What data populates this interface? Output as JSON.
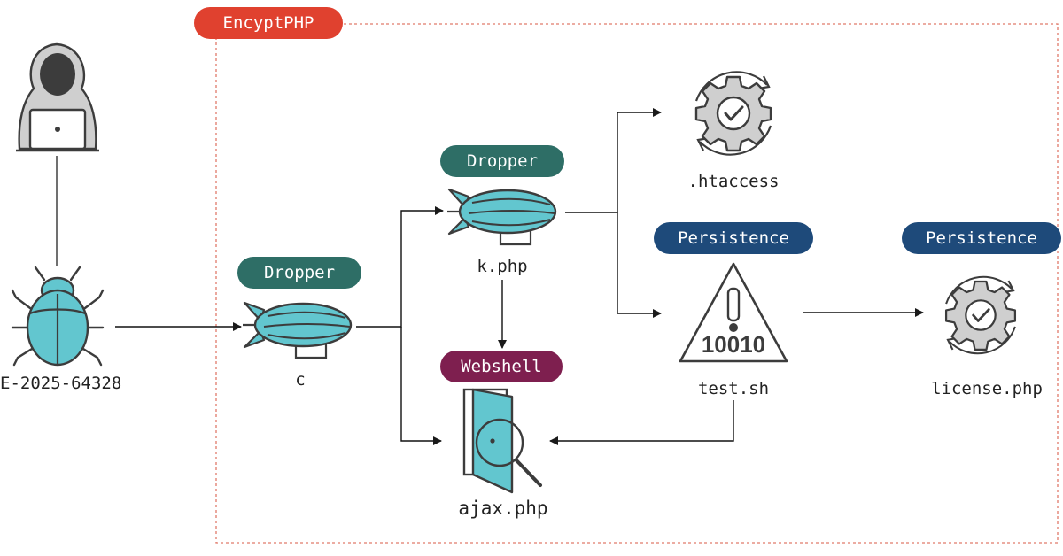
{
  "colors": {
    "group": "#e0412f",
    "dropper": "#2e6e66",
    "persistence": "#1e4a7a",
    "webshell": "#7e1f4f",
    "teal": "#62c6cf",
    "gray": "#cfcfcf",
    "outline": "#3c3c3c",
    "dash": "#e07a6a"
  },
  "group": {
    "label": "EncyptPHP"
  },
  "nodes": {
    "attacker": {
      "icon": "hooded-hacker-icon"
    },
    "cve": {
      "icon": "bug-icon",
      "label": "E-2025-64328"
    },
    "dropper_c": {
      "icon": "airship-icon",
      "tag": "Dropper",
      "label": "c"
    },
    "dropper_k": {
      "icon": "airship-icon",
      "tag": "Dropper",
      "label": "k.php"
    },
    "webshell": {
      "icon": "door-magnifier-icon",
      "tag": "Webshell",
      "label": "ajax.php"
    },
    "htaccess": {
      "icon": "gear-check-icon",
      "label": ".htaccess"
    },
    "test_sh": {
      "icon": "warning-binary-icon",
      "tag": "Persistence",
      "label": "test.sh",
      "glyph": "10010"
    },
    "license": {
      "icon": "gear-check-icon",
      "tag": "Persistence",
      "label": "license.php"
    }
  }
}
